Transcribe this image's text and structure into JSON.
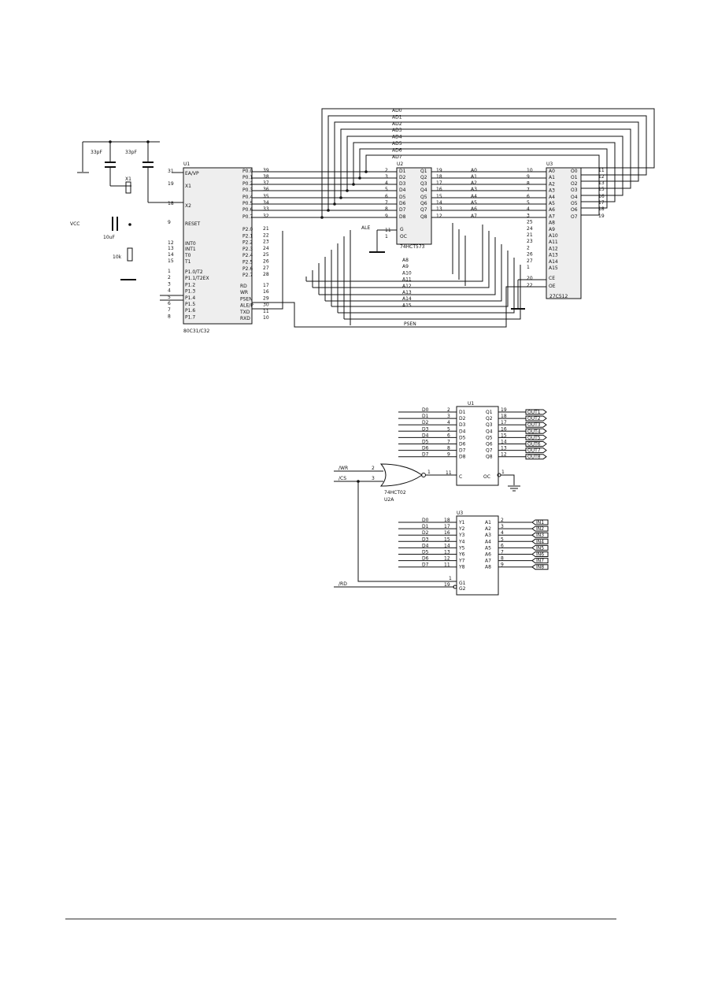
{
  "figure1": {
    "u1_label": "U1",
    "u1_part": "80C31/C32",
    "u2_label": "U2",
    "u2_part": "74HCT573",
    "u3_label": "U3",
    "u3_part": "27C512",
    "c1_value": "33pF",
    "c2_value": "33pF",
    "x1_label": "X1",
    "c3_value": "10uF",
    "r1_value": "10k",
    "vcc_label": "VCC",
    "ea_label": "EA/VP",
    "x1_pin": "X1",
    "x2_pin": "X2",
    "reset_label": "RESET",
    "int0_label": "INT0",
    "int1_label": "INT1",
    "t0_label": "T0",
    "t1_label": "T1",
    "p1_pins": [
      "P1.0/T2",
      "P1.1/T2EX",
      "P1.2",
      "P1.3",
      "P1.4",
      "P1.5",
      "P1.6",
      "P1.7"
    ],
    "p1_nums": [
      "1",
      "2",
      "3",
      "4",
      "5",
      "6",
      "7",
      "8"
    ],
    "p0_pins": [
      "P0.0",
      "P0.1",
      "P0.2",
      "P0.3",
      "P0.4",
      "P0.5",
      "P0.6",
      "P0.7"
    ],
    "p0_nums": [
      "39",
      "38",
      "37",
      "36",
      "35",
      "34",
      "33",
      "32"
    ],
    "p2_pins": [
      "P2.0",
      "P2.1",
      "P2.2",
      "P2.3",
      "P2.4",
      "P2.5",
      "P2.6",
      "P2.7"
    ],
    "p2_nums": [
      "21",
      "22",
      "23",
      "24",
      "25",
      "26",
      "27",
      "28"
    ],
    "ctrl_pins": [
      "RD",
      "WR",
      "PSEN",
      "ALE/P",
      "TXD",
      "RXD"
    ],
    "ctrl_nums": [
      "17",
      "16",
      "29",
      "30",
      "11",
      "10"
    ],
    "left_nums": [
      "31",
      "19",
      "18",
      "9",
      "12",
      "13",
      "14",
      "15"
    ],
    "latch_d": [
      "D1",
      "D2",
      "D3",
      "D4",
      "D5",
      "D6",
      "D7",
      "D8"
    ],
    "latch_q": [
      "Q1",
      "Q2",
      "Q3",
      "Q4",
      "Q5",
      "Q6",
      "Q7",
      "Q8"
    ],
    "latch_in_nums": [
      "2",
      "3",
      "4",
      "5",
      "6",
      "7",
      "8",
      "9"
    ],
    "latch_out_nums": [
      "19",
      "18",
      "17",
      "16",
      "15",
      "14",
      "13",
      "12"
    ],
    "latch_oe": "OC",
    "latch_g": "G",
    "latch_pin_nums": [
      "1",
      "11"
    ],
    "ale_label": "ALE",
    "ad_bus": [
      "AD0",
      "AD1",
      "AD2",
      "AD3",
      "AD4",
      "AD5",
      "AD6",
      "AD7"
    ],
    "addr_low": [
      "A0",
      "A1",
      "A2",
      "A3",
      "A4",
      "A5",
      "A6",
      "A7"
    ],
    "addr_high": [
      "A8",
      "A9",
      "A10",
      "A11",
      "A12",
      "A13",
      "A14",
      "A15"
    ],
    "eprom_a": [
      "A0",
      "A1",
      "A2",
      "A3",
      "A4",
      "A5",
      "A6",
      "A7",
      "A8",
      "A9",
      "A10",
      "A11",
      "A12",
      "A13",
      "A14",
      "A15"
    ],
    "eprom_a_nums": [
      "10",
      "9",
      "8",
      "7",
      "6",
      "5",
      "4",
      "3",
      "25",
      "24",
      "21",
      "23",
      "2",
      "26",
      "27",
      "1"
    ],
    "eprom_o": [
      "O0",
      "O1",
      "O2",
      "O3",
      "O4",
      "O5",
      "O6",
      "O7"
    ],
    "eprom_o_nums": [
      "11",
      "12",
      "13",
      "15",
      "16",
      "17",
      "18",
      "19"
    ],
    "eprom_ce": "CE",
    "eprom_oe": "OE",
    "eprom_ce_num": "20",
    "eprom_oe_num": "22",
    "psen_net": "PSEN"
  },
  "figure2": {
    "u1_label": "U1",
    "u3_label": "U3",
    "gate_part": "74HCT02",
    "gate_ref": "U2A",
    "wr_label": "/WR",
    "cs_label": "/CS",
    "rd_label": "/RD",
    "latch_d_nets": [
      "D0",
      "D1",
      "D2",
      "D3",
      "D4",
      "D5",
      "D6",
      "D7"
    ],
    "latch_in_nums": [
      "2",
      "3",
      "4",
      "5",
      "6",
      "7",
      "8",
      "9"
    ],
    "latch_d_pins": [
      "D1",
      "D2",
      "D3",
      "D4",
      "D5",
      "D6",
      "D7",
      "D8"
    ],
    "latch_q_pins": [
      "Q1",
      "Q2",
      "Q3",
      "Q4",
      "Q5",
      "Q6",
      "Q7",
      "Q8"
    ],
    "latch_out_nums": [
      "19",
      "18",
      "17",
      "16",
      "15",
      "14",
      "13",
      "12"
    ],
    "out_ports": [
      "OUT1",
      "OUT2",
      "OUT3",
      "OUT4",
      "OUT5",
      "OUT6",
      "OUT7",
      "OUT8"
    ],
    "latch_c": "C",
    "latch_oc": "OC",
    "latch_c_num": "11",
    "latch_oc_num": "1",
    "gate_in_nums": [
      "2",
      "3"
    ],
    "gate_out_num": "1",
    "buf_d_nets": [
      "D0",
      "D1",
      "D2",
      "D3",
      "D4",
      "D5",
      "D6",
      "D7"
    ],
    "buf_y_nums": [
      "18",
      "17",
      "16",
      "15",
      "14",
      "13",
      "12",
      "11"
    ],
    "buf_y_pins": [
      "Y1",
      "Y2",
      "Y3",
      "Y4",
      "Y5",
      "Y6",
      "Y7",
      "Y8"
    ],
    "buf_a_pins": [
      "A1",
      "A2",
      "A3",
      "A4",
      "A5",
      "A6",
      "A7",
      "A8"
    ],
    "buf_a_nums": [
      "2",
      "3",
      "4",
      "5",
      "6",
      "7",
      "8",
      "9"
    ],
    "in_ports": [
      "IN1",
      "IN2",
      "IN3",
      "IN4",
      "IN5",
      "IN6",
      "IN7",
      "IN8"
    ],
    "buf_g1": "G1",
    "buf_g2": "G2",
    "buf_g1_num": "1",
    "buf_g2_num": "19"
  }
}
